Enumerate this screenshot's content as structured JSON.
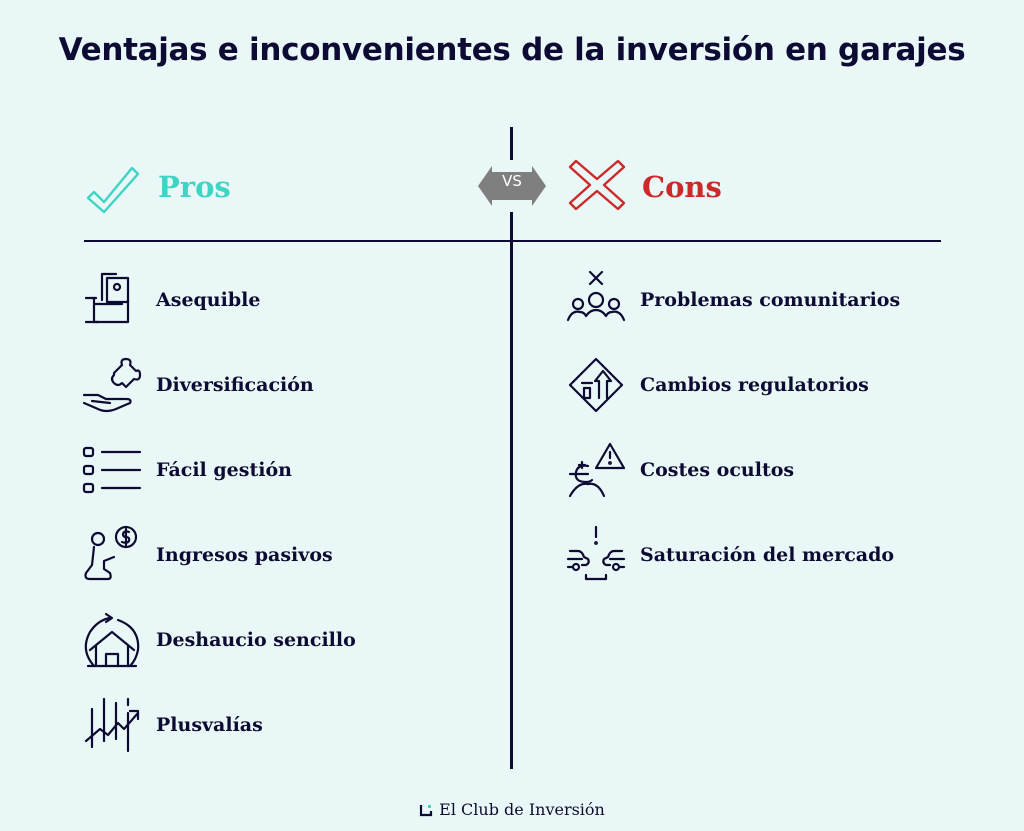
{
  "title": "Ventajas e inconvenientes de la inversión en garajes",
  "vs_label": "VS",
  "colors": {
    "background": "#e9f8f6",
    "text": "#0d0b33",
    "pros_accent": "#3fd4c3",
    "cons_accent": "#cc2a2a",
    "vs_badge": "#7f7f7f"
  },
  "pros": {
    "heading": "Pros",
    "heading_icon": "checkmark-icon",
    "items": [
      {
        "label": "Asequible",
        "icon": "hand-holding-money-icon"
      },
      {
        "label": "Diversificación",
        "icon": "hand-puzzle-piece-icon"
      },
      {
        "label": "Fácil gestión",
        "icon": "checklist-icon"
      },
      {
        "label": "Ingresos pasivos",
        "icon": "person-kneeling-dollar-icon"
      },
      {
        "label": "Deshaucio sencillo",
        "icon": "house-cycle-arrow-icon"
      },
      {
        "label": "Plusvalías",
        "icon": "growth-chart-arrow-icon"
      }
    ]
  },
  "cons": {
    "heading": "Cons",
    "heading_icon": "cross-icon",
    "items": [
      {
        "label": "Problemas comunitarios",
        "icon": "group-conflict-icon"
      },
      {
        "label": "Cambios regulatorios",
        "icon": "road-sign-arrow-icon"
      },
      {
        "label": "Costes ocultos",
        "icon": "euro-warning-icon"
      },
      {
        "label": "Saturación del mercado",
        "icon": "cars-crowded-icon"
      }
    ]
  },
  "footer": {
    "brand": "El Club de Inversión",
    "logo_icon": "club-logo-icon"
  }
}
